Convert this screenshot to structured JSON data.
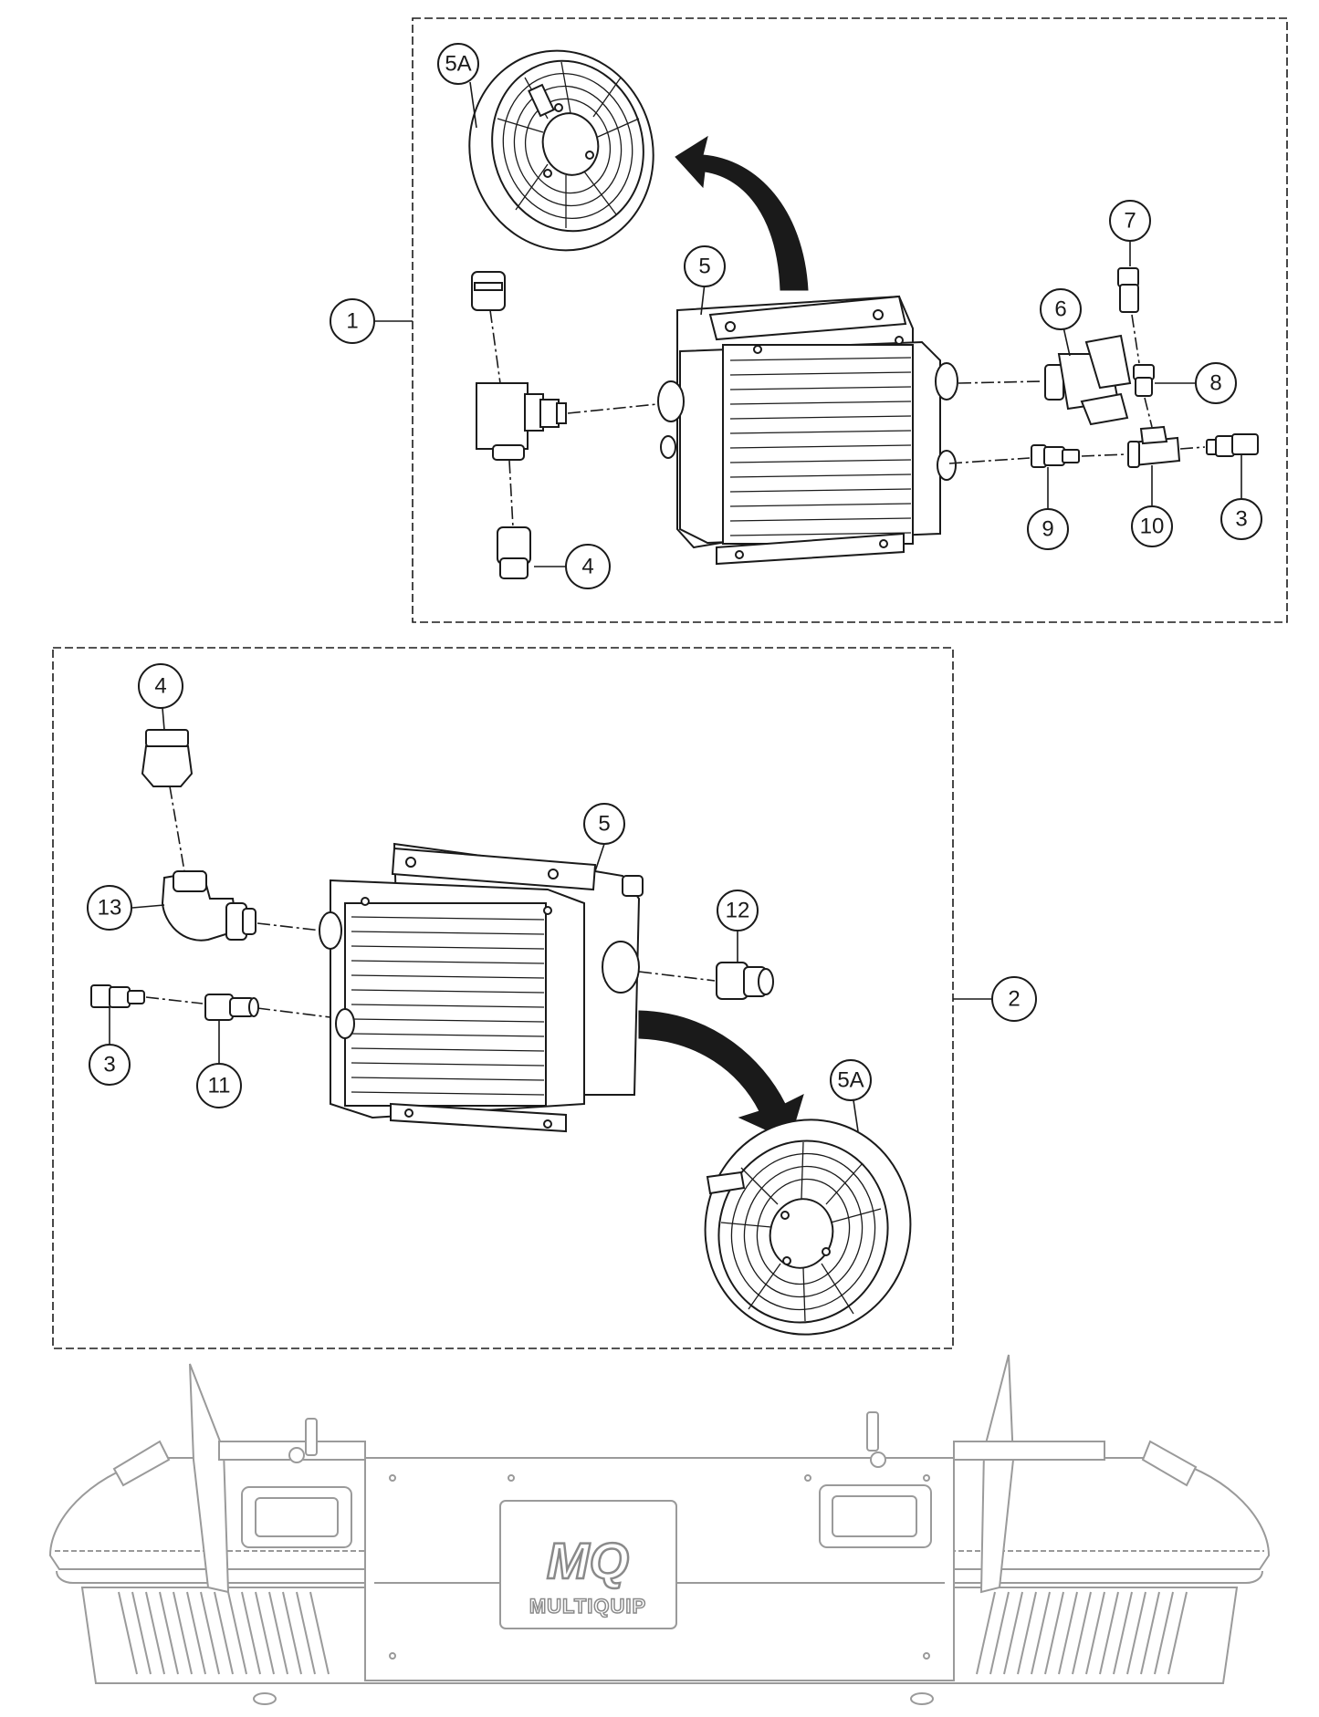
{
  "callouts": {
    "assembly_top": "1",
    "assembly_bottom": "2",
    "top": {
      "fan": "5A",
      "cooler": "5",
      "tee_left_fitting": "4",
      "tee_right": "6",
      "adapter_7": "7",
      "adapter_8": "8",
      "adapter_9": "9",
      "tee_10": "10",
      "adapter_3": "3"
    },
    "bottom": {
      "elbow_fitting": "4",
      "cooler": "5",
      "elbow": "13",
      "adapter_12": "12",
      "adapter_3": "3",
      "adapter_11": "11",
      "fan": "5A"
    }
  },
  "logo": {
    "mark": "MQ",
    "brand": "MULTIQUIP"
  },
  "colors": {
    "ink": "#1a1a1a",
    "background_machine": "#9a9a9a"
  }
}
